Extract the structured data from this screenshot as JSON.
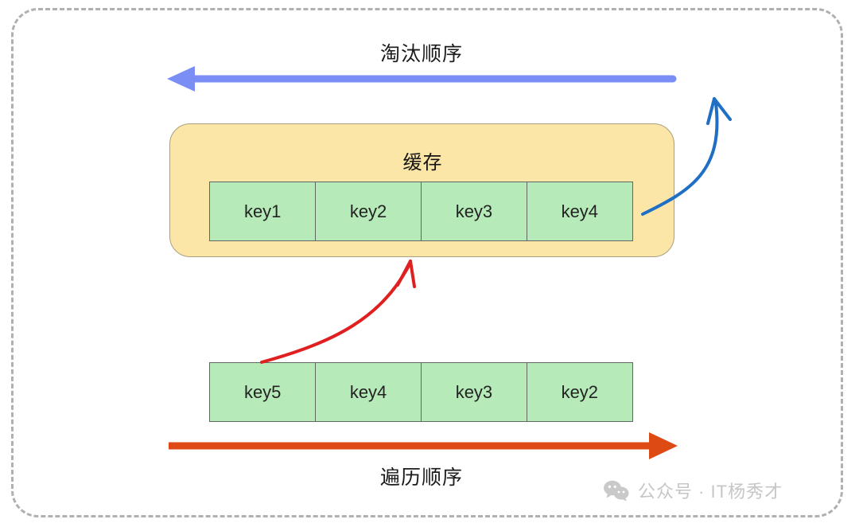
{
  "diagram": {
    "top_label": "淘汰顺序",
    "bottom_label": "遍历顺序",
    "cache": {
      "title": "缓存",
      "cells": [
        "key1",
        "key2",
        "key3",
        "key4"
      ]
    },
    "access_list": {
      "cells": [
        "key5",
        "key4",
        "key3",
        "key2"
      ]
    },
    "arrows": {
      "eviction_direction_color": "#7b8ef5",
      "traversal_direction_color": "#dd4a14",
      "insert_arrow_color": "#e02020",
      "evict_arrow_color": "#1f6fc4"
    },
    "colors": {
      "cache_fill": "#fbe6a8",
      "cache_border": "#a9a07d",
      "cell_fill": "#b6ebb9",
      "cell_border": "#606763",
      "frame_border": "#b0b0b0"
    }
  },
  "watermark": {
    "icon": "wechat-icon",
    "text": "公众号 · IT杨秀才"
  }
}
